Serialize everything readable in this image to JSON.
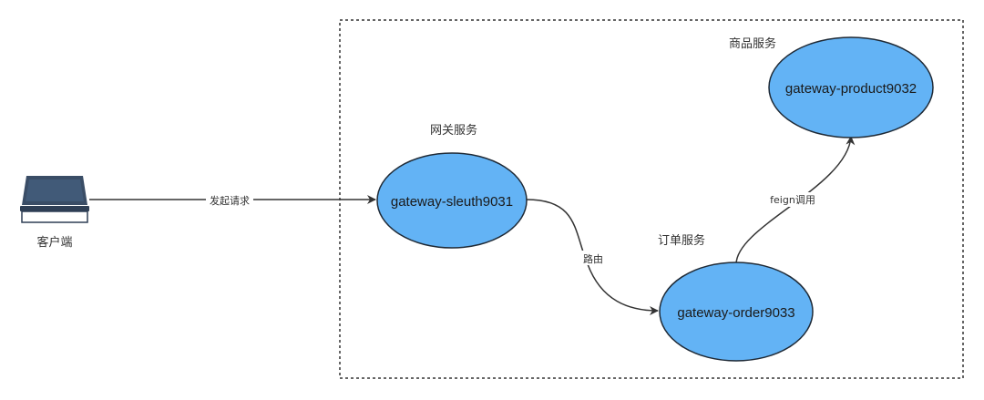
{
  "diagram": {
    "client": {
      "label": "客户端"
    },
    "nodes": {
      "sleuth": {
        "title": "网关服务",
        "label": "gateway-sleuth9031"
      },
      "order": {
        "title": "订单服务",
        "label": "gateway-order9033"
      },
      "product": {
        "title": "商品服务",
        "label": "gateway-product9032"
      }
    },
    "edges": {
      "request": {
        "label": "发起请求"
      },
      "route": {
        "label": "路由"
      },
      "feign": {
        "label": "feign调用"
      }
    },
    "colors": {
      "node_fill": "#63b3f5",
      "node_stroke": "#1f2a36",
      "edge": "#333333",
      "boundary": "#333333",
      "laptop_screen": "#3a4d66",
      "laptop_base": "#2f3f55"
    }
  }
}
